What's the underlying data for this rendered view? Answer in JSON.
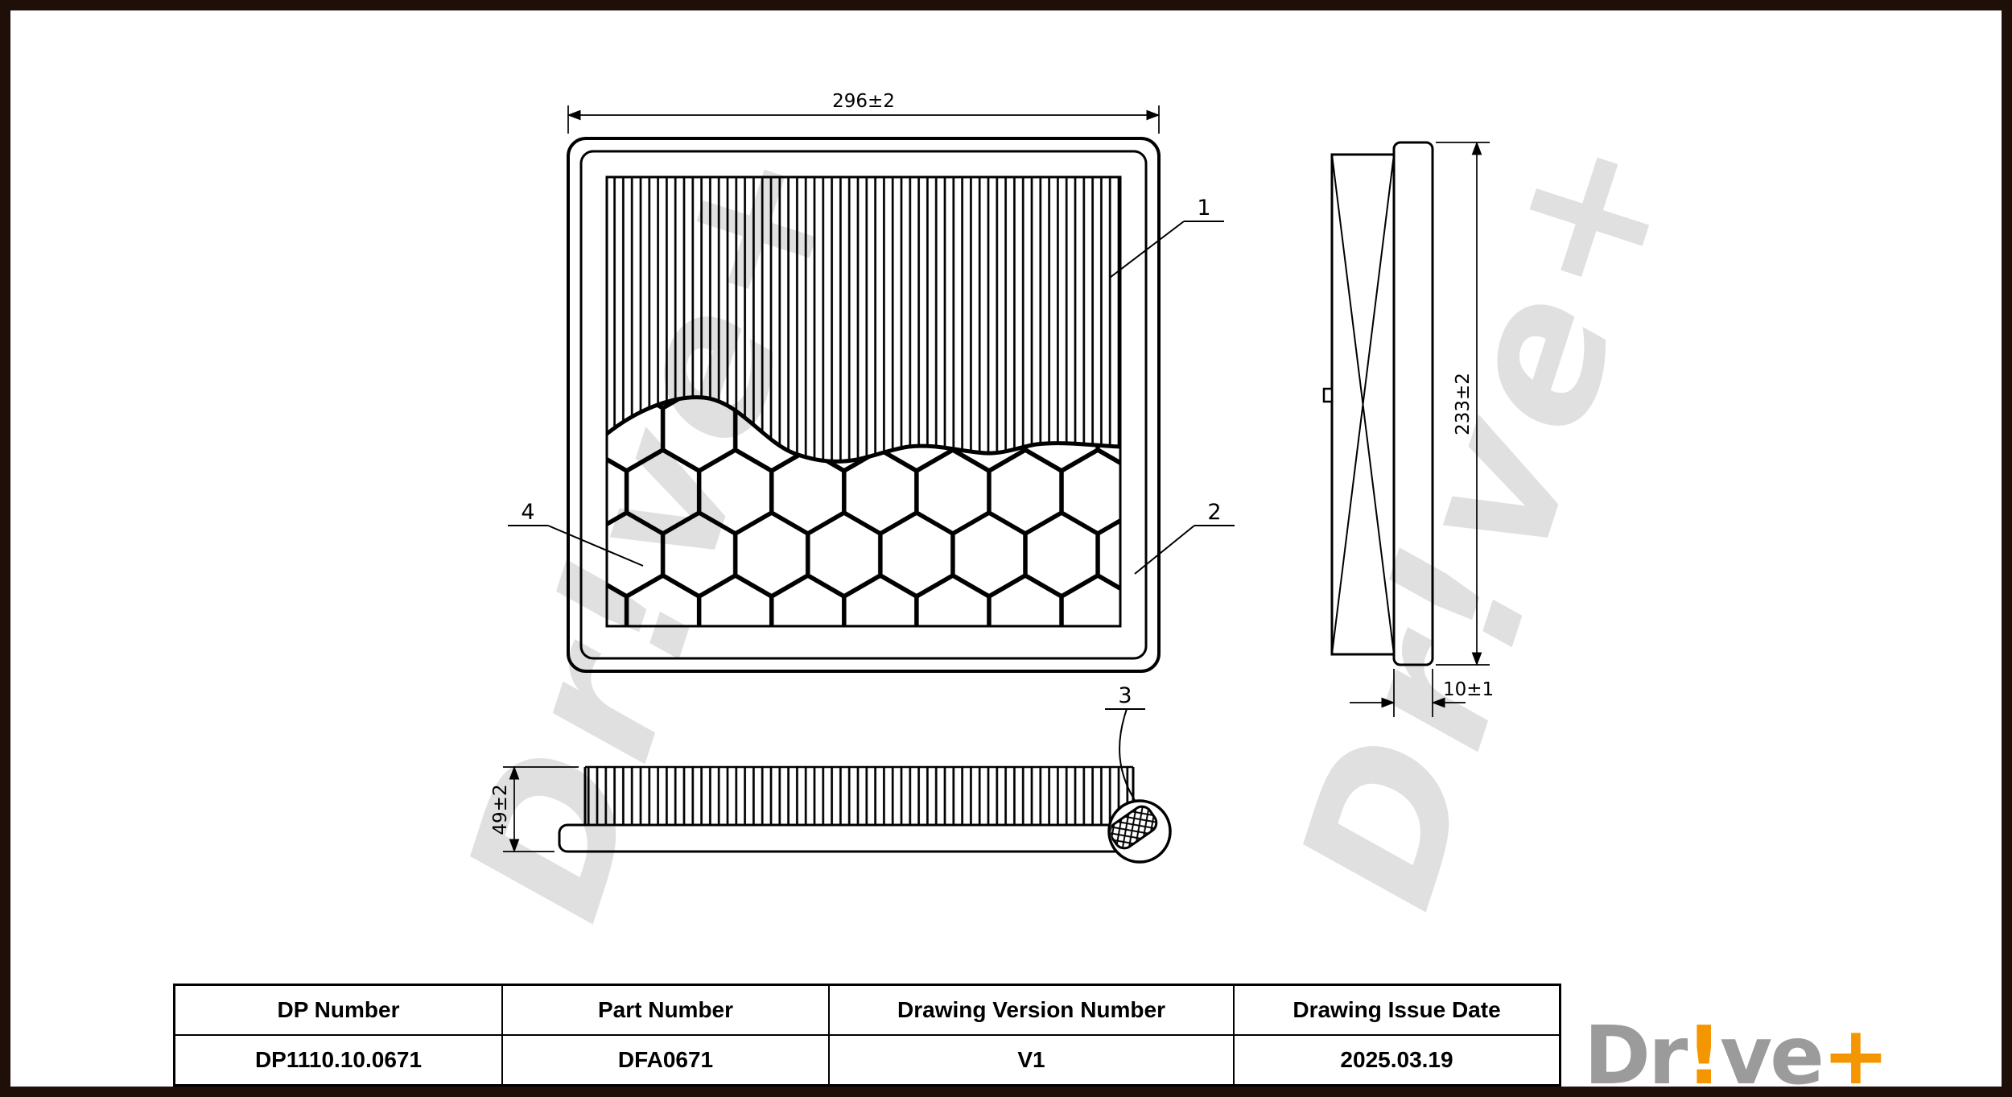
{
  "page": {
    "type": "technical-drawing",
    "background": "#ffffff",
    "frame_color": "#1e0f08",
    "line_color": "#000000"
  },
  "watermark": {
    "text": "Dr!ve+"
  },
  "views": {
    "front": {
      "dim_width": "296±2"
    },
    "side": {
      "dim_height": "233±2",
      "dim_depth": "10±1"
    },
    "bottom": {
      "dim_height": "49±2"
    }
  },
  "callouts": {
    "pleats": "1",
    "frame": "2",
    "detail": "3",
    "mesh": "4"
  },
  "title_block": {
    "columns": [
      {
        "header": "DP Number",
        "value": "DP1110.10.0671"
      },
      {
        "header": "Part Number",
        "value": "DFA0671"
      },
      {
        "header": "Drawing Version Number",
        "value": "V1"
      },
      {
        "header": "Drawing Issue Date",
        "value": "2025.03.19"
      }
    ]
  },
  "logo": {
    "prefix": "Dr",
    "exclamation": "!",
    "middle": "ve",
    "plus": "+",
    "gray": "#9c9b9b",
    "orange": "#f49600"
  }
}
